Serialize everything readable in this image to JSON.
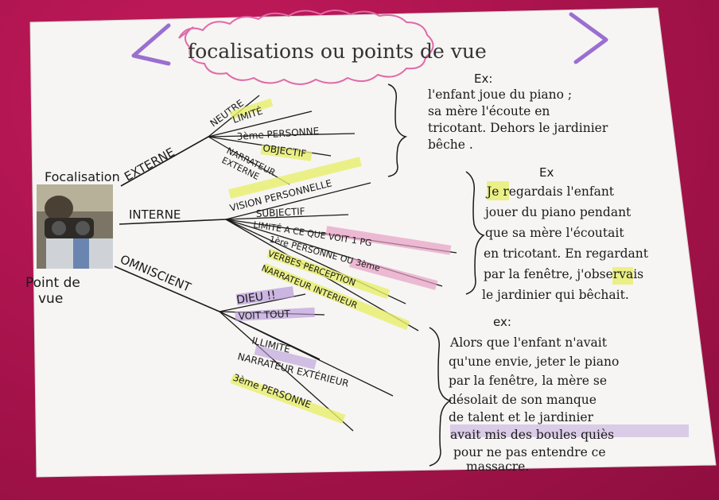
{
  "title": "focalisations ou points de vue",
  "root": {
    "label": "Focalisation",
    "caption_line1": "Point de",
    "caption_line2": "vue"
  },
  "branches": {
    "externe": {
      "label": "EXTERNE",
      "items": [
        "NEUTRE",
        "LIMITÉ",
        "3ème PERSONNE",
        "OBJECTIF",
        "NARRATEUR",
        "EXTERNE"
      ]
    },
    "interne": {
      "label": "INTERNE",
      "items": [
        "VISION PERSONNELLE",
        "SUBJECTIF",
        "LIMITÉ A CE QUE VOIT 1 PG",
        "1ère PERSONNE OU 3ème",
        "VERBES PERCEPTION",
        "NARRATEUR INTERIEUR"
      ]
    },
    "omniscient": {
      "label": "OMNISCIENT",
      "items": [
        "DIEU !!",
        "VOIT TOUT",
        "ILLIMITE",
        "NARRATEUR EXTÉRIEUR",
        "3ème PERSONNE"
      ]
    }
  },
  "examples": {
    "ex1": {
      "heading": "Ex:",
      "lines": [
        "l'enfant joue du piano ;",
        "sa mère l'écoute en",
        "tricotant. Dehors le jardinier",
        "bêche ."
      ]
    },
    "ex2": {
      "heading": "Ex",
      "lines": [
        "Je regardais l'enfant",
        "jouer du piano pendant",
        "que sa mère l'écoutait",
        "en tricotant. En regardant",
        "par la fenêtre, j'observais",
        "le jardinier qui bêchait."
      ]
    },
    "ex3": {
      "heading": "ex:",
      "lines": [
        "Alors que l'enfant n'avait",
        "qu'une envie, jeter le piano",
        "par la fenêtre, la mère se",
        "désolait de son manque",
        "de talent et le jardinier",
        "avait mis des boules quiès",
        "pour ne pas entendre ce",
        "massacre."
      ]
    }
  },
  "colors": {
    "background": "#b0154f",
    "paper": "#f6f5f3",
    "ink": "#1a1a1a",
    "highlight_yellow": "#e8ef6a",
    "highlight_pink": "#e8a0c4",
    "highlight_purple": "#b99ad8",
    "bracket_purple": "#9b6fd0",
    "cloud_pink": "#e06aa8"
  }
}
